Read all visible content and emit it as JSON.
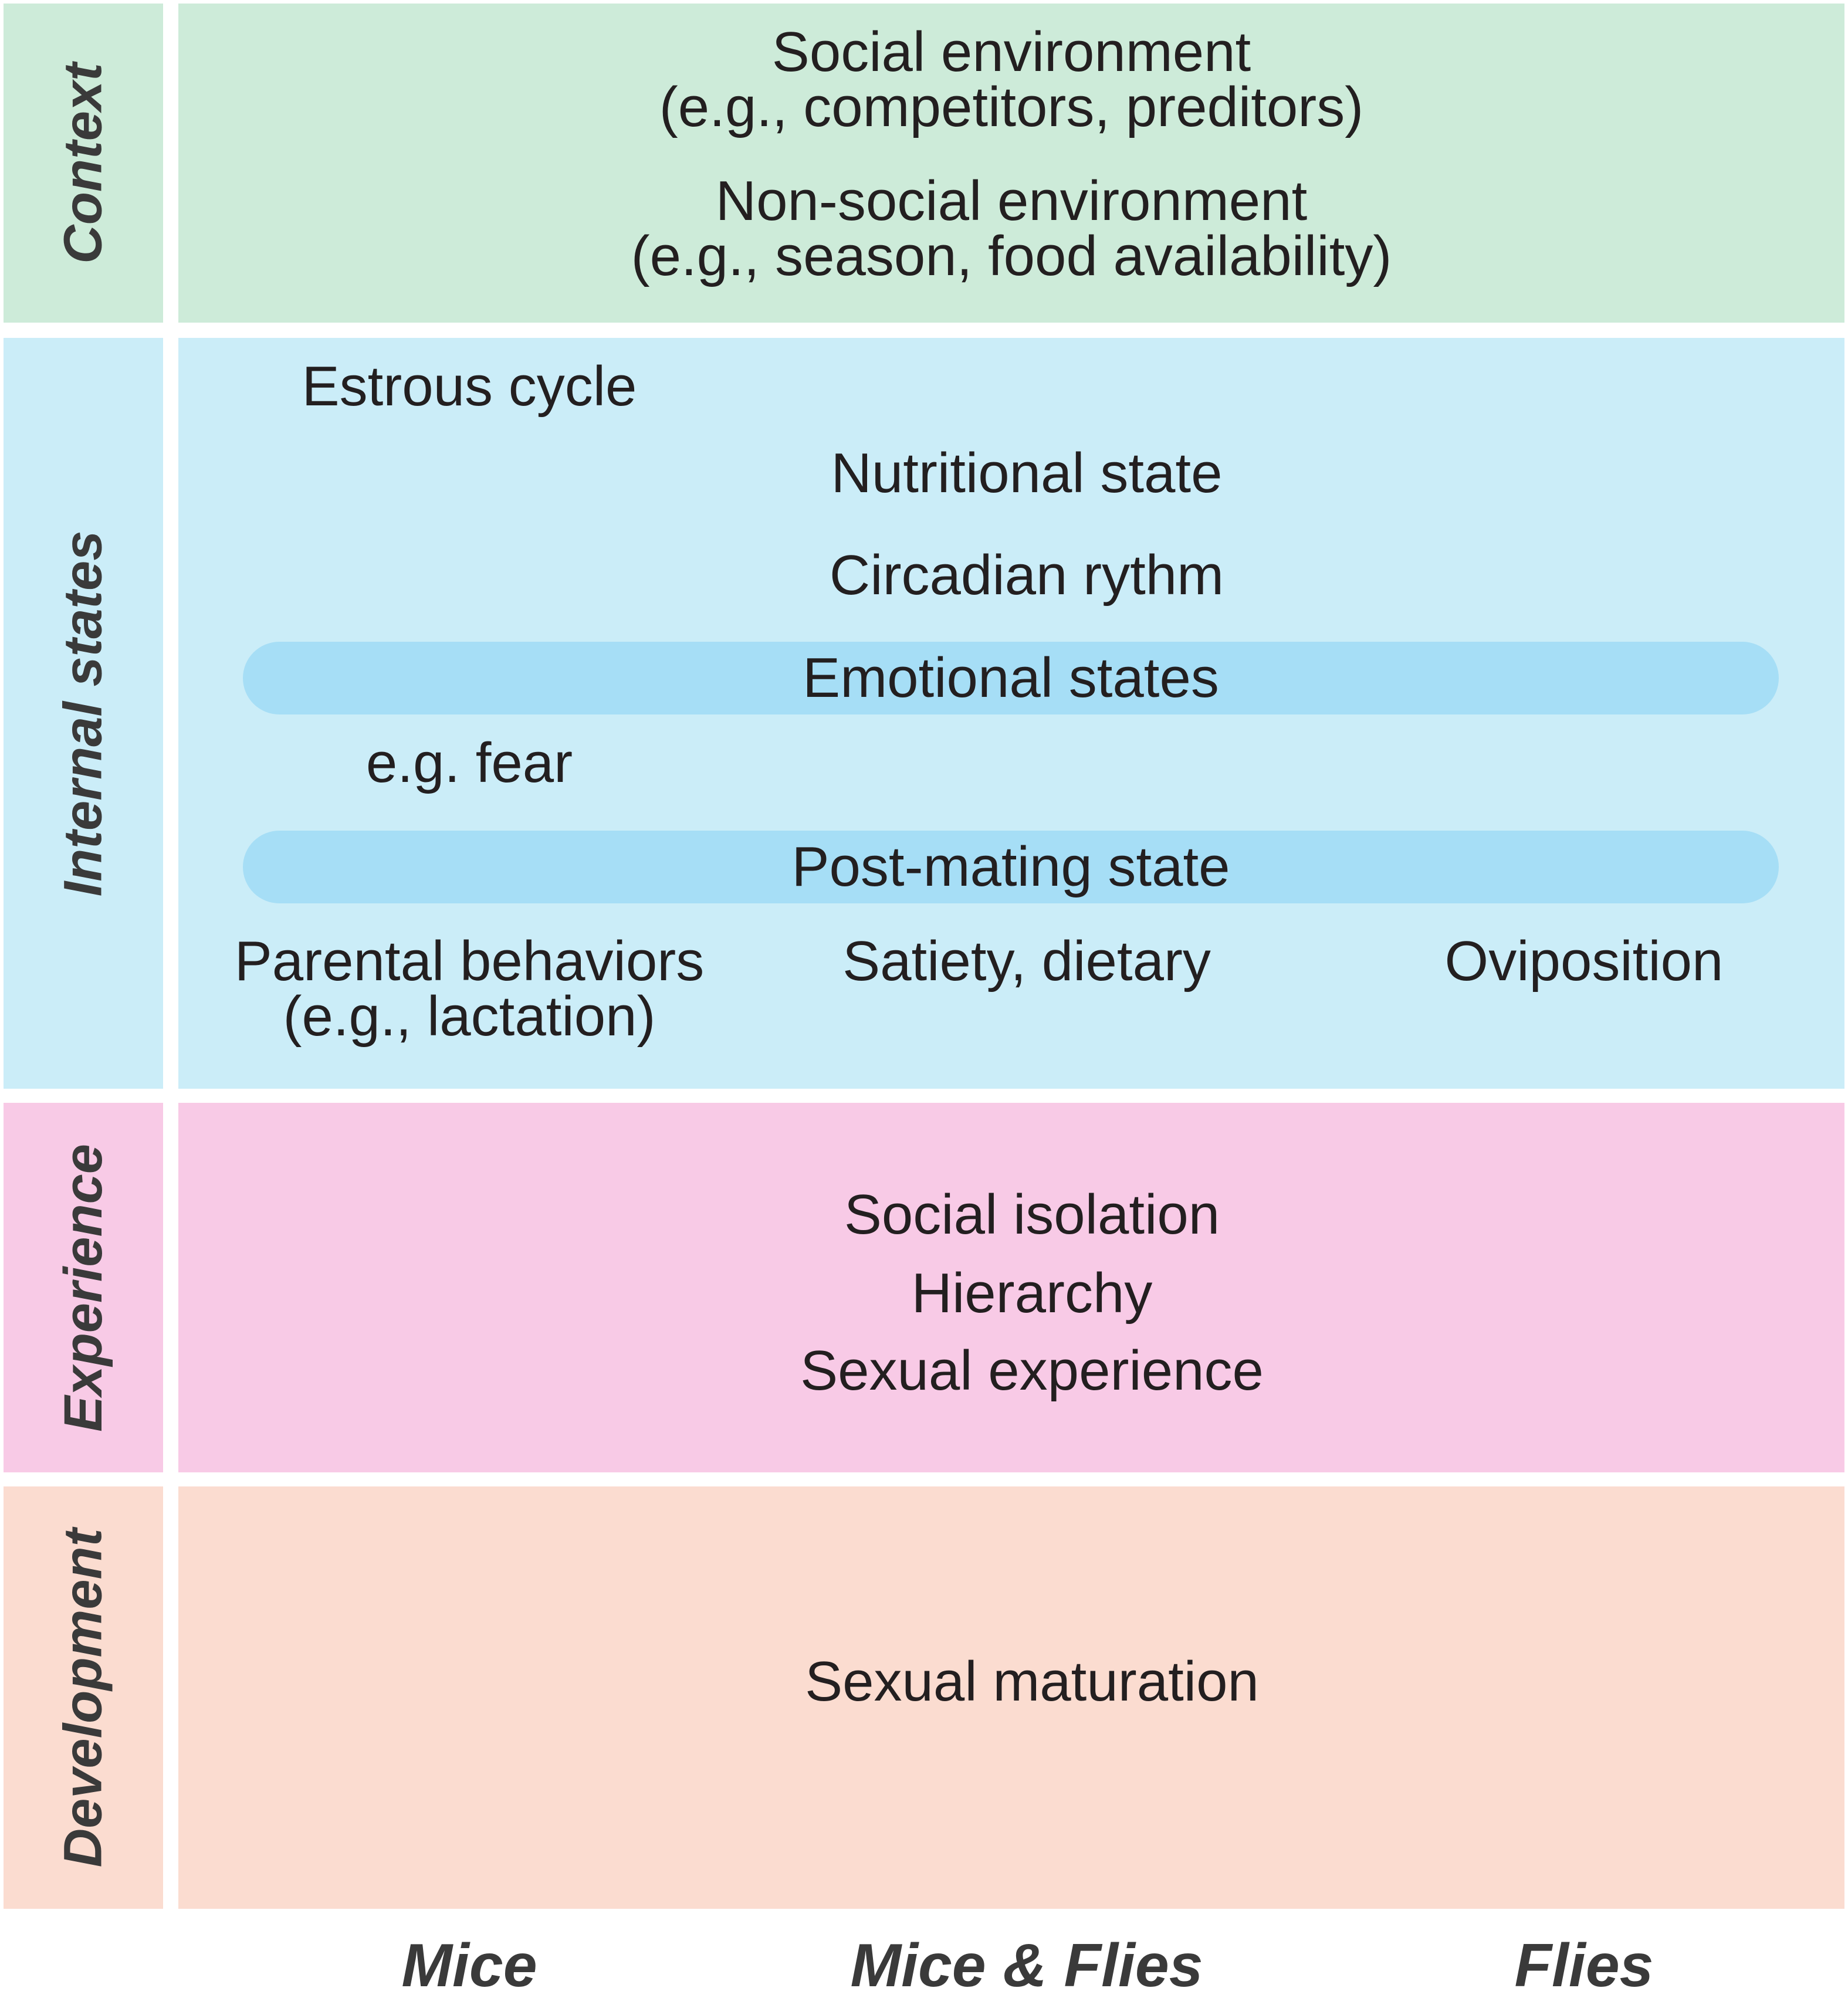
{
  "rows": {
    "context": {
      "label": "Context",
      "line1": "Social environment",
      "line2": "(e.g., competitors, preditors)",
      "line3": "Non-social environment",
      "line4": "(e.g., season, food availability)"
    },
    "internal": {
      "label": "Internal states",
      "estrous": "Estrous cycle",
      "nutritional": "Nutritional state",
      "circadian": "Circadian rythm",
      "emotional": "Emotional states",
      "fear": "e.g. fear",
      "postmating": "Post-mating state",
      "parental1": "Parental behaviors",
      "parental2": "(e.g., lactation)",
      "satiety": "Satiety, dietary",
      "oviposition": "Oviposition"
    },
    "experience": {
      "label": "Experience",
      "line1": "Social isolation",
      "line2": "Hierarchy",
      "line3": "Sexual experience"
    },
    "development": {
      "label": "Development",
      "line1": "Sexual maturation"
    }
  },
  "columns": {
    "mice": "Mice",
    "both": "Mice & Flies",
    "flies": "Flies"
  },
  "colors": {
    "context": "#cdebd9",
    "internal": "#cbedf8",
    "internal_pill": "#a6def6",
    "experience": "#f8cae6",
    "development": "#fbdcd0"
  }
}
